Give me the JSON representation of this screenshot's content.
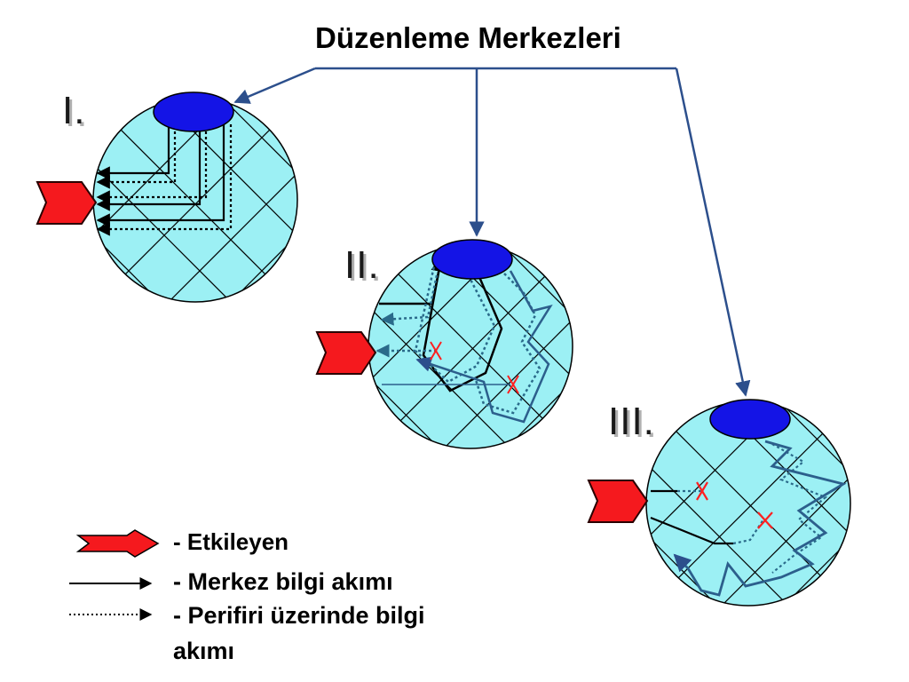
{
  "title": "Düzenleme Merkezleri",
  "panels": [
    {
      "label": "I."
    },
    {
      "label": "II."
    },
    {
      "label": "III."
    }
  ],
  "legend": {
    "stimulus": "-  Etkileyen",
    "central_flow": "-  Merkez bilgi akımı",
    "peripheral_flow_line1": "-  Perifiri üzerinde bilgi",
    "peripheral_flow_line2": "akımı"
  },
  "colors": {
    "sphere_fill": "#9cf0f4",
    "center_fill": "#1414e6",
    "stimulus_arrow": "#f5191e",
    "pointer_line": "#2c4f8c",
    "blocked_mark": "#ff2020"
  }
}
